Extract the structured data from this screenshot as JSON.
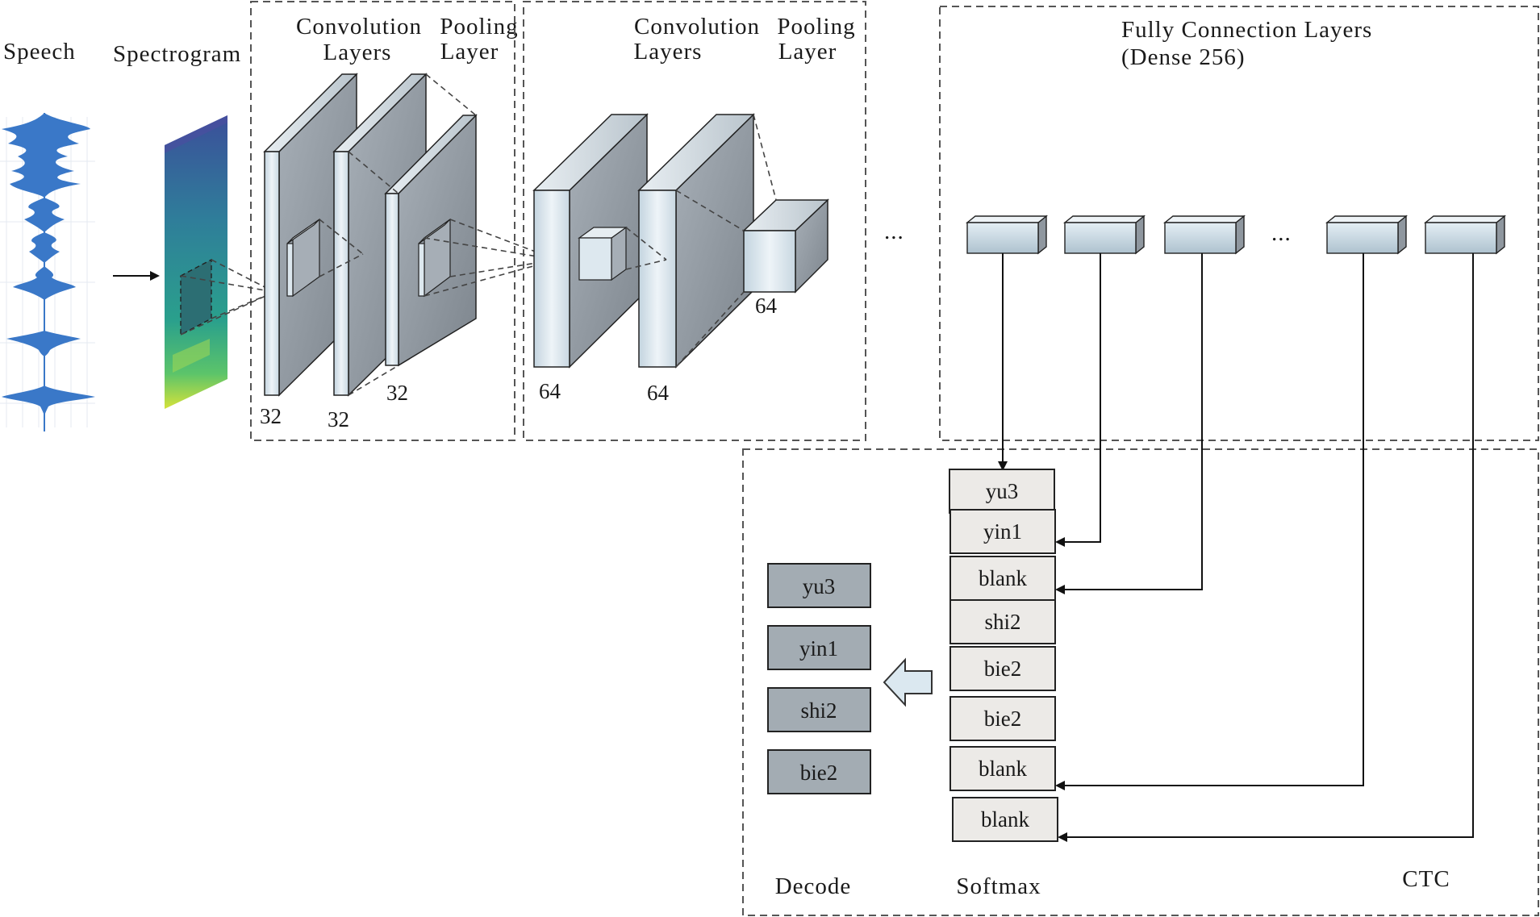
{
  "labels": {
    "speech": "Speech",
    "spectrogram": "Spectrogram",
    "conv1_line1": "Convolution",
    "conv1_line2": "Layers",
    "pool1_line1": "Pooling",
    "pool1_line2": "Layer",
    "conv2_line1": "Convolution",
    "conv2_line2": "Layers",
    "pool2_line1": "Pooling",
    "pool2_line2": "Layer",
    "fc_line1": "Fully Connection Layers",
    "fc_line2": "(Dense 256)",
    "decode": "Decode",
    "softmax": "Softmax",
    "ctc": "CTC"
  },
  "filter_counts": {
    "conv1_a": "32",
    "conv1_b": "32",
    "pool1": "32",
    "conv2_a": "64",
    "conv2_b": "64",
    "pool2": "64"
  },
  "ellipsis": {
    "middle": "...",
    "dense": "..."
  },
  "softmax_outputs": [
    "yu3",
    "yin1",
    "blank",
    "shi2",
    "bie2",
    "bie2",
    "blank",
    "blank"
  ],
  "decoded_outputs": [
    "yu3",
    "yin1",
    "shi2",
    "bie2"
  ],
  "colors": {
    "panel_front": "#dbe8f0",
    "panel_side": "#8e969e",
    "decode_cell": "#a3acb3",
    "softmax_cell": "#eceae7",
    "dense_unit": "#cfdde6"
  }
}
